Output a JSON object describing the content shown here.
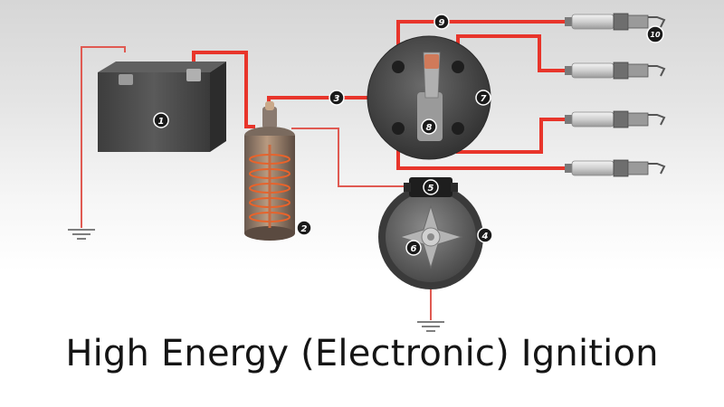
{
  "title": "High Energy (Electronic) Ignition",
  "callouts": {
    "c1": "1",
    "c2": "2",
    "c3": "3",
    "c4": "4",
    "c5": "5",
    "c6": "6",
    "c7": "7",
    "c8": "8",
    "c9": "9",
    "c10": "10"
  },
  "colors": {
    "wire": "#e8352b",
    "ground_wire": "#e05a52",
    "component_dark": "#4a4a4a",
    "callout_fill": "#1a1a1a",
    "plug_body": "#d8d8d8"
  },
  "icons": [
    "battery-icon",
    "ignition-coil-icon",
    "distributor-cap-icon",
    "pickup-distributor-icon",
    "spark-plug-icon",
    "ground-symbol-icon"
  ]
}
